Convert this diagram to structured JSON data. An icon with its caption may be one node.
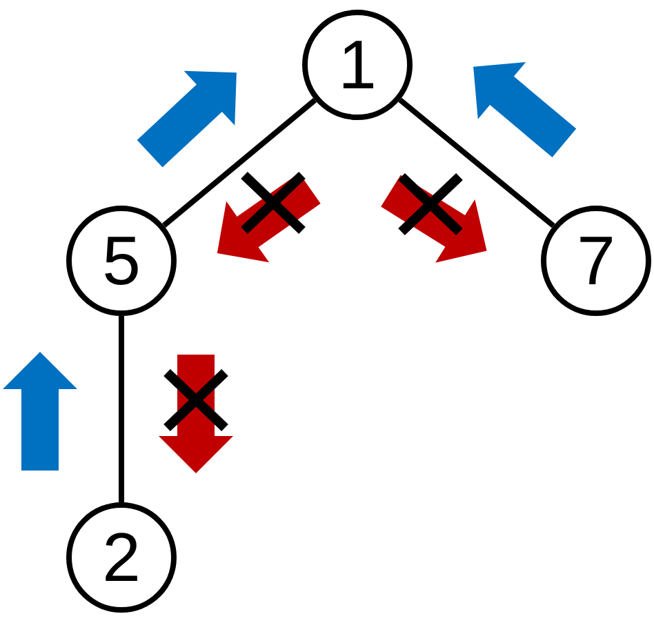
{
  "diagram": {
    "nodes": [
      {
        "text": [
          "1"
        ]
      },
      {
        "text": [
          "5"
        ]
      },
      {
        "text": [
          "7"
        ]
      },
      {
        "text": [
          "2"
        ]
      }
    ],
    "edges": [
      {
        "from": 0,
        "to": 1,
        "arrow": "none"
      },
      {
        "from": 0,
        "to": 2,
        "arrow": "none"
      },
      {
        "from": 1,
        "to": 3,
        "arrow": "none"
      }
    ]
  }
}
